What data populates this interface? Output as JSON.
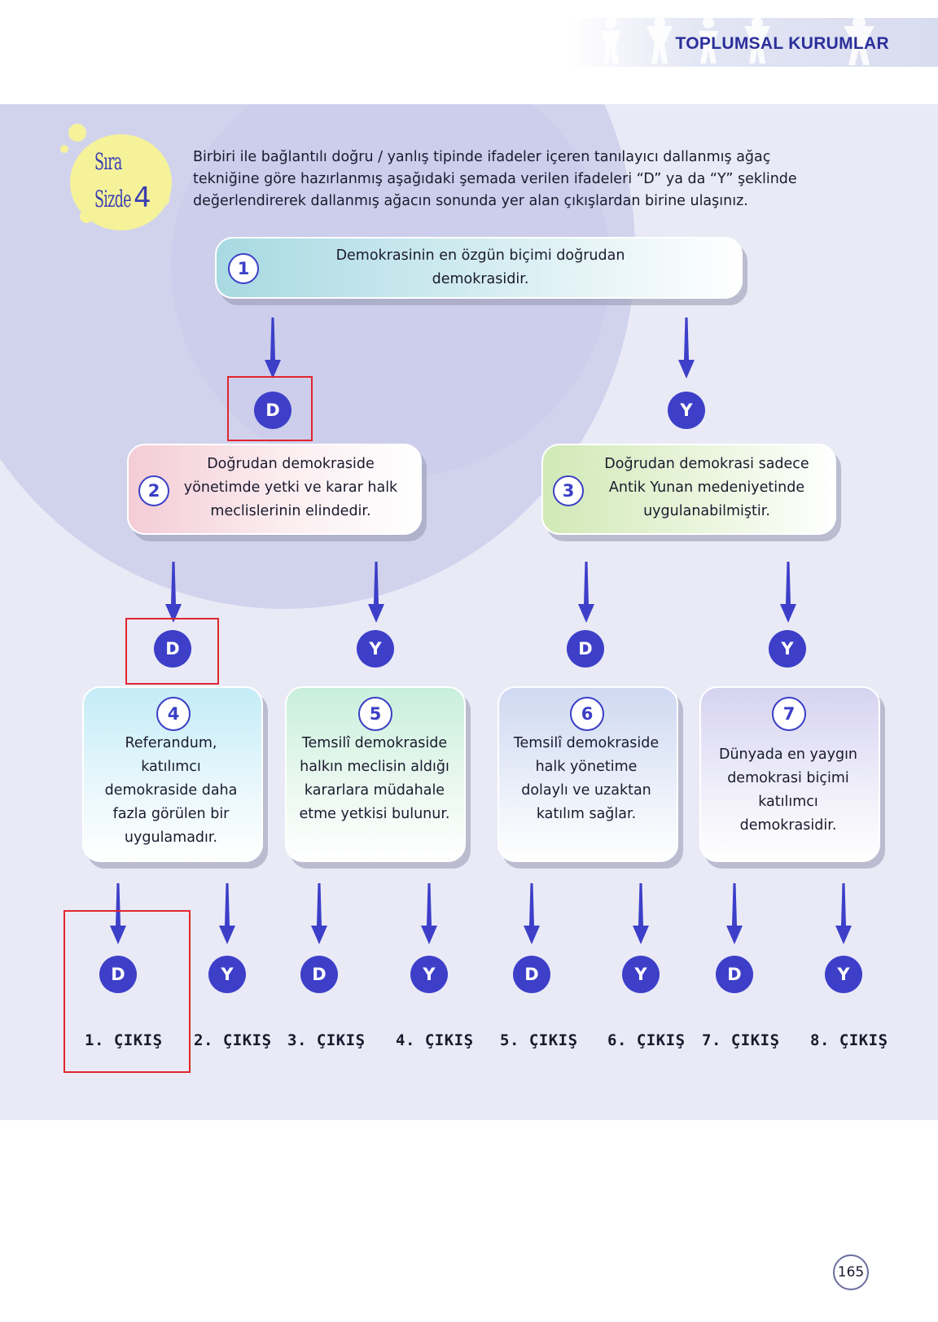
{
  "header": {
    "title": "TOPLUMSAL KURUMLAR"
  },
  "activity": {
    "line1": "Sıra",
    "line2": "Sizde",
    "number": "4"
  },
  "intro": "Birbiri ile bağlantılı doğru / yanlış tipinde ifadeler içeren tanılayıcı dallanmış ağaç tekniğine göre hazırlanmış aşağıdaki şemada verilen ifadeleri “D” ya da “Y” şeklinde değerlendirerek dallanmış ağacın sonunda yer alan çıkışlardan birine ulaşınız.",
  "statements": [
    {
      "num": "1",
      "text": "Demokrasinin en özgün biçimi doğrudan demokrasidir."
    },
    {
      "num": "2",
      "text": "Doğrudan demokraside yönetimde yetki ve karar halk meclislerinin elindedir."
    },
    {
      "num": "3",
      "text": "Doğrudan demokrasi sadece Antik Yunan medeniyetinde uygulanabilmiştir."
    },
    {
      "num": "4",
      "text": "Referandum, katılımcı demokraside daha fazla görülen bir uygulamadır."
    },
    {
      "num": "5",
      "text": "Temsilî demokraside halkın meclisin aldığı kararlara müdahale etme yetkisi bulunur."
    },
    {
      "num": "6",
      "text": "Temsilî demokraside halk yönetime dolaylı ve uzaktan katılım sağlar."
    },
    {
      "num": "7",
      "text": "Dünyada en yaygın demokrasi biçimi katılımcı demokrasidir."
    }
  ],
  "nodes": {
    "level1": [
      "D",
      "Y"
    ],
    "level2": [
      "D",
      "Y",
      "D",
      "Y"
    ],
    "level3": [
      "D",
      "Y",
      "D",
      "Y",
      "D",
      "Y",
      "D",
      "Y"
    ]
  },
  "exits": [
    "1. ÇIKIŞ",
    "2. ÇIKIŞ",
    "3. ÇIKIŞ",
    "4. ÇIKIŞ",
    "5. ÇIKIŞ",
    "6. ÇIKIŞ",
    "7. ÇIKIŞ",
    "8. ÇIKIŞ"
  ],
  "page_number": "165",
  "colors": {
    "accent": "#3d3fc9",
    "highlight": "#e0262e",
    "title": "#2b2f9a"
  },
  "icons": [
    "people-figures-icon",
    "down-arrow-icon"
  ]
}
